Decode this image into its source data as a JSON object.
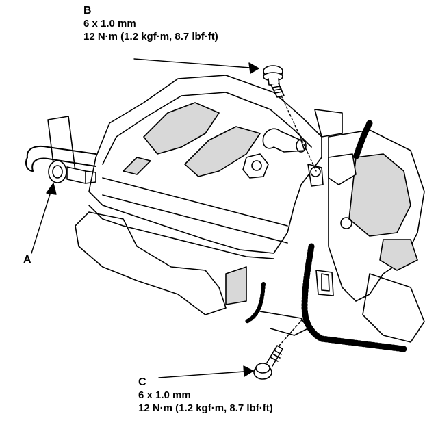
{
  "callouts": {
    "b": {
      "letter": "B",
      "size": "6 x 1.0 mm",
      "torque": "12 N·m (1.2 kgf·m, 8.7 lbf·ft)"
    },
    "c": {
      "letter": "C",
      "size": "6 x 1.0 mm",
      "torque": "12 N·m (1.2 kgf·m, 8.7 lbf·ft)"
    },
    "a": {
      "letter": "A"
    }
  },
  "colors": {
    "ink": "#000000",
    "paper": "#ffffff",
    "shade": "#d8d8d8"
  }
}
